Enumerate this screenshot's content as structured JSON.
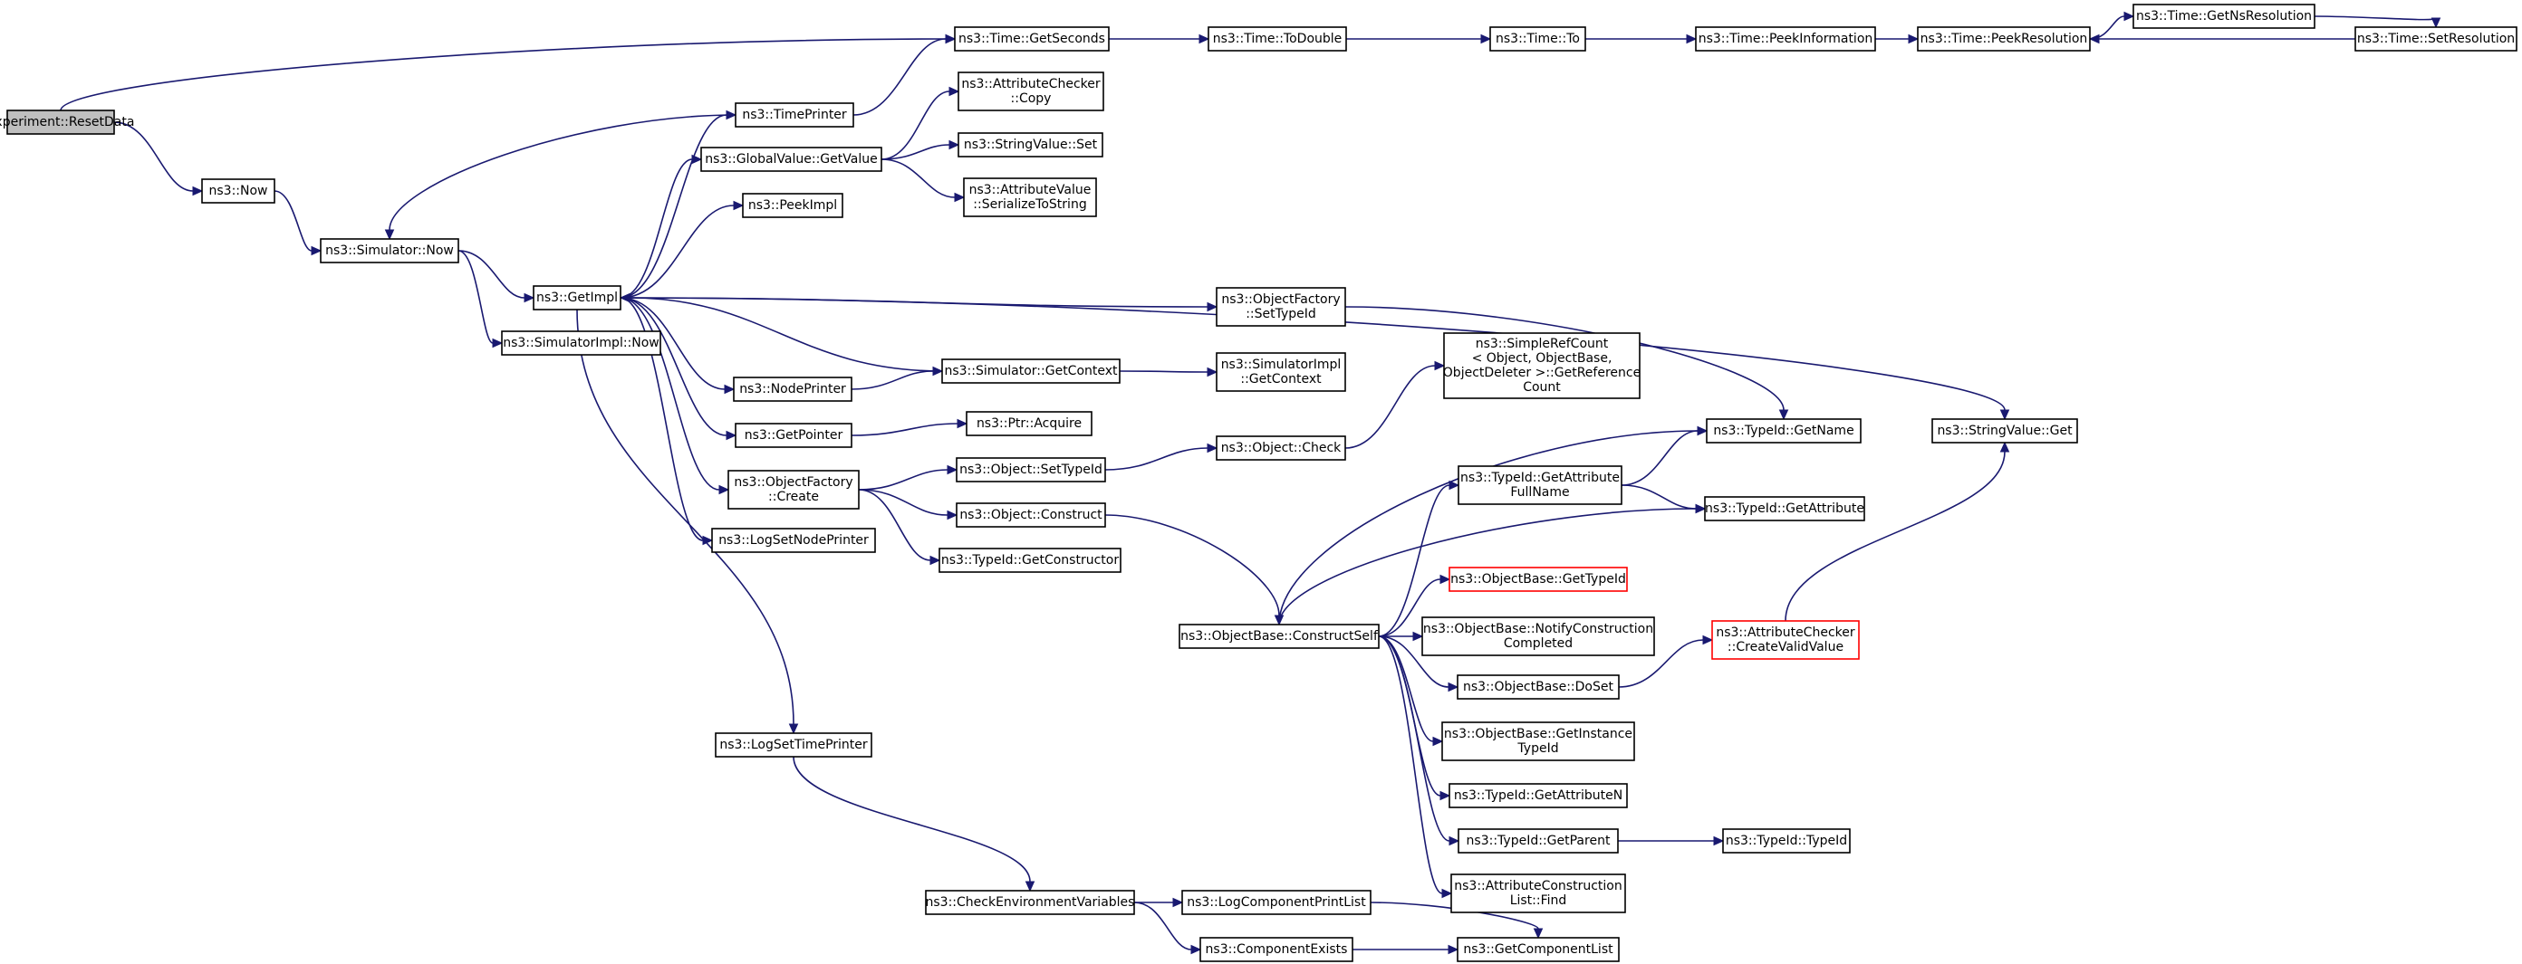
{
  "graph": {
    "colors": {
      "edge": "#191970",
      "node_border": "#000000",
      "root_fill": "#bfbfbf",
      "error_border": "#ff0000"
    },
    "nodes": [
      {
        "id": "reset",
        "label": [
          "Experiment::ResetData"
        ],
        "style": "root"
      },
      {
        "id": "now",
        "label": [
          "ns3::Now"
        ]
      },
      {
        "id": "simnow",
        "label": [
          "ns3::Simulator::Now"
        ]
      },
      {
        "id": "getimpl",
        "label": [
          "ns3::GetImpl"
        ]
      },
      {
        "id": "simimplnow",
        "label": [
          "ns3::SimulatorImpl::Now"
        ]
      },
      {
        "id": "getseconds",
        "label": [
          "ns3::Time::GetSeconds"
        ]
      },
      {
        "id": "todouble",
        "label": [
          "ns3::Time::ToDouble"
        ]
      },
      {
        "id": "to",
        "label": [
          "ns3::Time::To"
        ]
      },
      {
        "id": "peekinfo",
        "label": [
          "ns3::Time::PeekInformation"
        ]
      },
      {
        "id": "peekres",
        "label": [
          "ns3::Time::PeekResolution"
        ]
      },
      {
        "id": "getnsres",
        "label": [
          "ns3::Time::GetNsResolution"
        ]
      },
      {
        "id": "setres",
        "label": [
          "ns3::Time::SetResolution"
        ]
      },
      {
        "id": "timeprinter",
        "label": [
          "ns3::TimePrinter"
        ]
      },
      {
        "id": "gvgetvalue",
        "label": [
          "ns3::GlobalValue::GetValue"
        ]
      },
      {
        "id": "acopy",
        "label": [
          "ns3::AttributeChecker",
          "::Copy"
        ]
      },
      {
        "id": "svset",
        "label": [
          "ns3::StringValue::Set"
        ]
      },
      {
        "id": "avser",
        "label": [
          "ns3::AttributeValue",
          "::SerializeToString"
        ]
      },
      {
        "id": "peekimpl",
        "label": [
          "ns3::PeekImpl"
        ]
      },
      {
        "id": "ofsettid",
        "label": [
          "ns3::ObjectFactory",
          "::SetTypeId"
        ]
      },
      {
        "id": "simgetctx",
        "label": [
          "ns3::Simulator::GetContext"
        ]
      },
      {
        "id": "simimplgetctx",
        "label": [
          "ns3::SimulatorImpl",
          "::GetContext"
        ]
      },
      {
        "id": "nodeprinter",
        "label": [
          "ns3::NodePrinter"
        ]
      },
      {
        "id": "getpointer",
        "label": [
          "ns3::GetPointer"
        ]
      },
      {
        "id": "ptracq",
        "label": [
          "ns3::Ptr::Acquire"
        ]
      },
      {
        "id": "ofcreate",
        "label": [
          "ns3::ObjectFactory",
          "::Create"
        ]
      },
      {
        "id": "objsettid",
        "label": [
          "ns3::Object::SetTypeId"
        ]
      },
      {
        "id": "objconstruct",
        "label": [
          "ns3::Object::Construct"
        ]
      },
      {
        "id": "tidgetctor",
        "label": [
          "ns3::TypeId::GetConstructor"
        ]
      },
      {
        "id": "logsetnode",
        "label": [
          "ns3::LogSetNodePrinter"
        ]
      },
      {
        "id": "logsettime",
        "label": [
          "ns3::LogSetTimePrinter"
        ]
      },
      {
        "id": "checkenv",
        "label": [
          "ns3::CheckEnvironmentVariables"
        ]
      },
      {
        "id": "logcompprint",
        "label": [
          "ns3::LogComponentPrintList"
        ]
      },
      {
        "id": "compexists",
        "label": [
          "ns3::ComponentExists"
        ]
      },
      {
        "id": "getcomplist",
        "label": [
          "ns3::GetComponentList"
        ]
      },
      {
        "id": "objcheck",
        "label": [
          "ns3::Object::Check"
        ]
      },
      {
        "id": "simplerefcount",
        "label": [
          "ns3::SimpleRefCount",
          "< Object, ObjectBase,",
          "ObjectDeleter >::GetReference",
          "Count"
        ]
      },
      {
        "id": "constructself",
        "label": [
          "ns3::ObjectBase::ConstructSelf"
        ]
      },
      {
        "id": "tidgetattrfull",
        "label": [
          "ns3::TypeId::GetAttribute",
          "FullName"
        ]
      },
      {
        "id": "obgettid",
        "label": [
          "ns3::ObjectBase::GetTypeId"
        ],
        "style": "red"
      },
      {
        "id": "obnotify",
        "label": [
          "ns3::ObjectBase::NotifyConstruction",
          "Completed"
        ]
      },
      {
        "id": "obdoset",
        "label": [
          "ns3::ObjectBase::DoSet"
        ]
      },
      {
        "id": "obgetinst",
        "label": [
          "ns3::ObjectBase::GetInstance",
          "TypeId"
        ]
      },
      {
        "id": "tidgetattrn",
        "label": [
          "ns3::TypeId::GetAttributeN"
        ]
      },
      {
        "id": "tidgetparent",
        "label": [
          "ns3::TypeId::GetParent"
        ]
      },
      {
        "id": "attrconstrfind",
        "label": [
          "ns3::AttributeConstruction",
          "List::Find"
        ]
      },
      {
        "id": "tidgetname",
        "label": [
          "ns3::TypeId::GetName"
        ]
      },
      {
        "id": "tidgetattr",
        "label": [
          "ns3::TypeId::GetAttribute"
        ]
      },
      {
        "id": "accreatevalid",
        "label": [
          "ns3::AttributeChecker",
          "::CreateValidValue"
        ],
        "style": "red"
      },
      {
        "id": "tidtypeid",
        "label": [
          "ns3::TypeId::TypeId"
        ]
      },
      {
        "id": "svget",
        "label": [
          "ns3::StringValue::Get"
        ]
      }
    ],
    "edges": [
      [
        "reset",
        "getseconds"
      ],
      [
        "reset",
        "now"
      ],
      [
        "now",
        "simnow"
      ],
      [
        "simnow",
        "getimpl"
      ],
      [
        "simnow",
        "simimplnow"
      ],
      [
        "getseconds",
        "todouble"
      ],
      [
        "todouble",
        "to"
      ],
      [
        "to",
        "peekinfo"
      ],
      [
        "peekinfo",
        "peekres"
      ],
      [
        "peekres",
        "getnsres"
      ],
      [
        "getnsres",
        "setres"
      ],
      [
        "setres",
        "peekres"
      ],
      [
        "timeprinter",
        "getseconds"
      ],
      [
        "timeprinter",
        "simnow"
      ],
      [
        "gvgetvalue",
        "acopy"
      ],
      [
        "gvgetvalue",
        "svset"
      ],
      [
        "gvgetvalue",
        "avser"
      ],
      [
        "getimpl",
        "timeprinter"
      ],
      [
        "getimpl",
        "gvgetvalue"
      ],
      [
        "getimpl",
        "peekimpl"
      ],
      [
        "getimpl",
        "svget"
      ],
      [
        "getimpl",
        "ofsettid"
      ],
      [
        "getimpl",
        "nodeprinter"
      ],
      [
        "getimpl",
        "getpointer"
      ],
      [
        "getimpl",
        "ofcreate"
      ],
      [
        "getimpl",
        "logsetnode"
      ],
      [
        "getimpl",
        "logsettime"
      ],
      [
        "simgetctx",
        "getimpl"
      ],
      [
        "simgetctx",
        "simimplgetctx"
      ],
      [
        "nodeprinter",
        "simgetctx"
      ],
      [
        "getpointer",
        "ptracq"
      ],
      [
        "ofsettid",
        "tidgetname"
      ],
      [
        "ofcreate",
        "objsettid"
      ],
      [
        "ofcreate",
        "objconstruct"
      ],
      [
        "ofcreate",
        "tidgetctor"
      ],
      [
        "objsettid",
        "objcheck"
      ],
      [
        "objcheck",
        "simplerefcount"
      ],
      [
        "objconstruct",
        "constructself"
      ],
      [
        "logsettime",
        "checkenv"
      ],
      [
        "checkenv",
        "logcompprint"
      ],
      [
        "checkenv",
        "compexists"
      ],
      [
        "logcompprint",
        "getcomplist"
      ],
      [
        "compexists",
        "getcomplist"
      ],
      [
        "constructself",
        "tidgetname"
      ],
      [
        "constructself",
        "tidgetattrfull"
      ],
      [
        "constructself",
        "tidgetattr"
      ],
      [
        "constructself",
        "obgettid"
      ],
      [
        "constructself",
        "obnotify"
      ],
      [
        "constructself",
        "obdoset"
      ],
      [
        "constructself",
        "obgetinst"
      ],
      [
        "constructself",
        "tidgetattrn"
      ],
      [
        "constructself",
        "tidgetparent"
      ],
      [
        "constructself",
        "attrconstrfind"
      ],
      [
        "tidgetattrfull",
        "tidgetname"
      ],
      [
        "tidgetattrfull",
        "tidgetattr"
      ],
      [
        "obdoset",
        "accreatevalid"
      ],
      [
        "accreatevalid",
        "svget"
      ],
      [
        "tidgetparent",
        "tidtypeid"
      ]
    ]
  }
}
